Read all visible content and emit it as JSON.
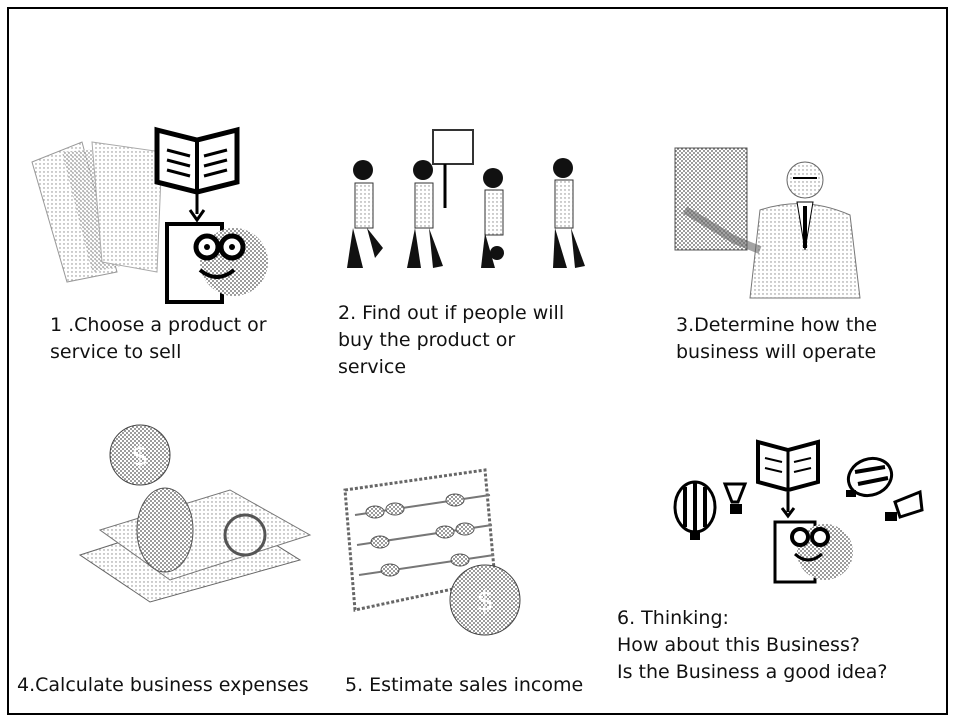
{
  "steps": [
    {
      "caption": "1 .Choose a product or\nservice to sell"
    },
    {
      "caption": "2. Find out if people will\nbuy the product or\nservice"
    },
    {
      "caption": "3.Determine how the\nbusiness will operate"
    },
    {
      "caption": "4.Calculate business expenses"
    },
    {
      "caption": "5. Estimate sales income"
    },
    {
      "caption": "6. Thinking:\nHow about this Business?\nIs the Business a good idea?"
    }
  ]
}
